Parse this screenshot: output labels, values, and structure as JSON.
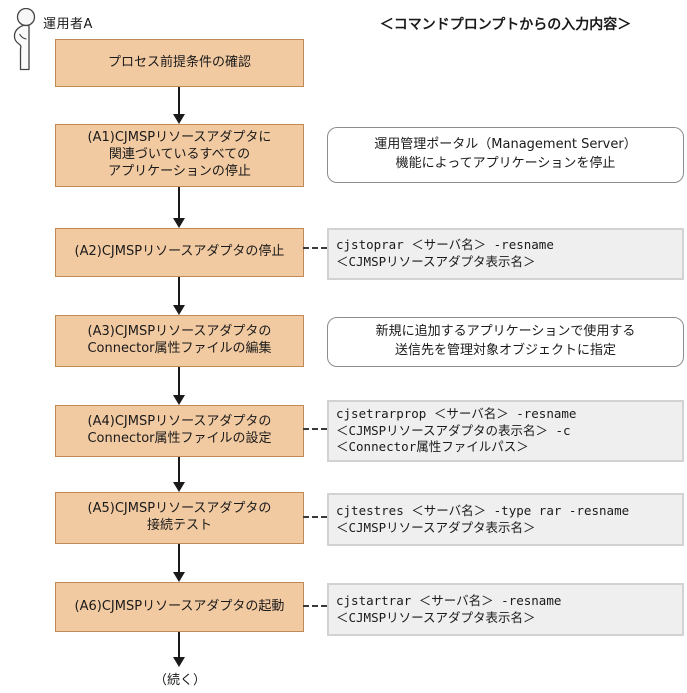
{
  "header": {
    "actor": "運用者A",
    "title": "＜コマンドプロンプトからの入力内容＞"
  },
  "steps": [
    {
      "label": "プロセス前提条件の確認"
    },
    {
      "label": "(A1)CJMSPリソースアダプタに\n関連づいているすべての\nアプリケーションの停止"
    },
    {
      "label": "(A2)CJMSPリソースアダプタの停止"
    },
    {
      "label": "(A3)CJMSPリソースアダプタの\nConnector属性ファイルの編集"
    },
    {
      "label": "(A4)CJMSPリソースアダプタの\nConnector属性ファイルの設定"
    },
    {
      "label": "(A5)CJMSPリソースアダプタの\n接続テスト"
    },
    {
      "label": "(A6)CJMSPリソースアダプタの起動"
    }
  ],
  "annotations": [
    {
      "type": "note",
      "text": "運用管理ポータル（Management Server）\n機能によってアプリケーションを停止"
    },
    {
      "type": "command",
      "text": "cjstoprar ＜サーバ名＞ -resname\n＜CJMSPリソースアダプタ表示名＞"
    },
    {
      "type": "note",
      "text": "新規に追加するアプリケーションで使用する\n送信先を管理対象オブジェクトに指定"
    },
    {
      "type": "command",
      "text": "cjsetrarprop ＜サーバ名＞ -resname\n＜CJMSPリソースアダプタの表示名＞ -c\n＜Connector属性ファイルパス＞"
    },
    {
      "type": "command",
      "text": "cjtestres ＜サーバ名＞ -type rar -resname\n＜CJMSPリソースアダプタ表示名＞"
    },
    {
      "type": "command",
      "text": "cjstartrar ＜サーバ名＞ -resname\n＜CJMSPリソースアダプタ表示名＞"
    }
  ],
  "footer": {
    "continuation": "（続く）"
  },
  "colors": {
    "step_fill": "#f2caa2",
    "step_border": "#bf8a55",
    "command_fill": "#efefef",
    "command_border": "#d2d2d2",
    "note_border": "#8c8c8c"
  }
}
